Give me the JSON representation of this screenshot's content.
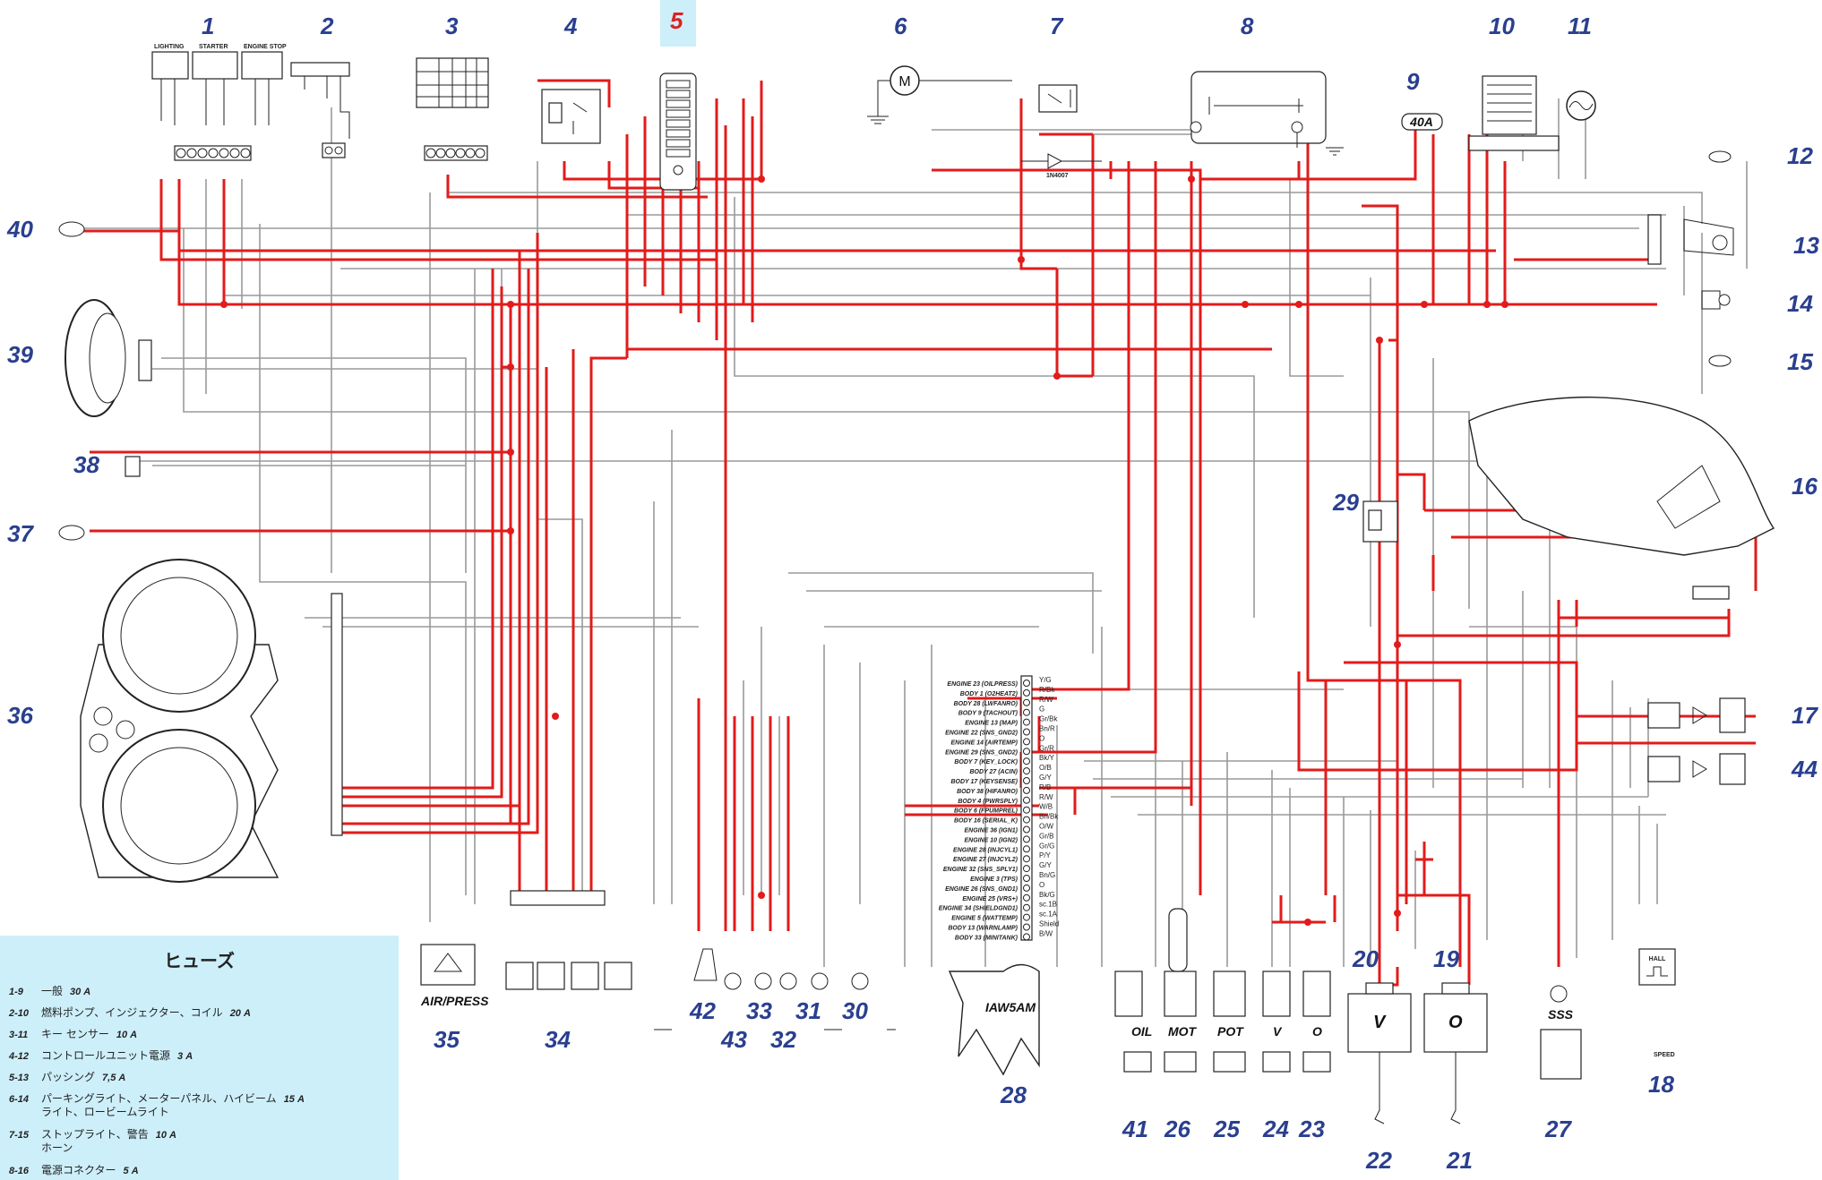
{
  "component_numbers": {
    "n1": "1",
    "n2": "2",
    "n3": "3",
    "n4": "4",
    "n5": "5",
    "n6": "6",
    "n7": "7",
    "n8": "8",
    "n9": "9",
    "n10": "10",
    "n11": "11",
    "n12": "12",
    "n13": "13",
    "n14": "14",
    "n15": "15",
    "n16": "16",
    "n17": "17",
    "n18": "18",
    "n19": "19",
    "n20": "20",
    "n21": "21",
    "n22": "22",
    "n23": "23",
    "n24": "24",
    "n25": "25",
    "n26": "26",
    "n27": "27",
    "n28": "28",
    "n29": "29",
    "n30": "30",
    "n31": "31",
    "n32": "32",
    "n33": "33",
    "n34": "34",
    "n35": "35",
    "n36": "36",
    "n37": "37",
    "n38": "38",
    "n39": "39",
    "n40": "40",
    "n41": "41",
    "n42": "42",
    "n43": "43",
    "n44": "44"
  },
  "component_labels": {
    "motor": "M",
    "main_fuse": "40A",
    "ecu": "IAW5AM",
    "air_press": "AIR/PRESS",
    "oil": "OIL",
    "mot": "MOT",
    "pot": "POT",
    "v": "V",
    "o": "O",
    "sss": "SSS",
    "hall": "HALL",
    "speed": "SPEED",
    "diode": "1N4007",
    "lighting": "LIGHTING",
    "starter": "STARTER",
    "engine_stop": "ENGINE STOP",
    "inj_v": "V",
    "inj_o": "O"
  },
  "ecu_pins": [
    {
      "name": "ENGINE 23 (OILPRESS)",
      "wire": "Y/G"
    },
    {
      "name": "BODY 1 (O2HEAT2)",
      "wire": "R/Bk"
    },
    {
      "name": "BODY 28 (LWFANRO)",
      "wire": "R/W"
    },
    {
      "name": "BODY 9 (TACHOUT)",
      "wire": "G"
    },
    {
      "name": "ENGINE 13 (MAP)",
      "wire": "Gr/Bk"
    },
    {
      "name": "ENGINE 22 (SNS_GND2)",
      "wire": "Bn/R"
    },
    {
      "name": "ENGINE 14 (AIRTEMP)",
      "wire": "O"
    },
    {
      "name": "ENGINE 29 (SNS_GND2)",
      "wire": "Gr/R"
    },
    {
      "name": "BODY 7 (KEY_LOCK)",
      "wire": "Bk/Y"
    },
    {
      "name": "BODY 27 (ACIN)",
      "wire": "O/B"
    },
    {
      "name": "BODY 17 (KEYSENSE)",
      "wire": "G/Y"
    },
    {
      "name": "BODY 38 (HIFANRO)",
      "wire": "R/B"
    },
    {
      "name": "BODY 4 (PWRSPLY)",
      "wire": "R/W"
    },
    {
      "name": "BODY 6 (FPUMPREL)",
      "wire": "W/B"
    },
    {
      "name": "BODY 16 (SERIAL_K)",
      "wire": "Bn/Bk"
    },
    {
      "name": "ENGINE 36 (IGN1)",
      "wire": "O/W"
    },
    {
      "name": "ENGINE 10 (IGN2)",
      "wire": "Gr/B"
    },
    {
      "name": "ENGINE 28 (INJCYL1)",
      "wire": "Gr/G"
    },
    {
      "name": "ENGINE 27 (INJCYL2)",
      "wire": "P/Y"
    },
    {
      "name": "ENGINE 32 (SNS_SPLY1)",
      "wire": "G/Y"
    },
    {
      "name": "ENGINE 3 (TPS)",
      "wire": "Bn/G"
    },
    {
      "name": "ENGINE 26 (SNS_GND1)",
      "wire": "O"
    },
    {
      "name": "ENGINE 25 (VRS+)",
      "wire": "Bk/G"
    },
    {
      "name": "ENGINE 34 (SHIELDGND1)",
      "wire": "sc.1B"
    },
    {
      "name": "ENGINE 5 (WATTEMP)",
      "wire": "sc.1A"
    },
    {
      "name": "BODY 13 (WARNLAMP)",
      "wire": "Shield"
    },
    {
      "name": "BODY 33 (MINITANK)",
      "wire": "B/W"
    }
  ],
  "fuses": {
    "title": "ヒューズ",
    "items": [
      {
        "id": "1-9",
        "desc": "一般",
        "amp": "30 A"
      },
      {
        "id": "2-10",
        "desc": "燃料ポンプ、インジェクター、コイル",
        "amp": "20 A"
      },
      {
        "id": "3-11",
        "desc": "キー センサー",
        "amp": "10 A"
      },
      {
        "id": "4-12",
        "desc": "コントロールユニット電源",
        "amp": "3 A"
      },
      {
        "id": "5-13",
        "desc": "パッシング",
        "amp": "7,5 A"
      },
      {
        "id": "6-14",
        "desc": "パーキングライト、メーターパネル、ハイビーム",
        "amp": "15 A",
        "desc2": "ライト、ロービームライト"
      },
      {
        "id": "7-15",
        "desc": "ストップライト、警告",
        "amp": "10 A",
        "desc2": "ホーン"
      },
      {
        "id": "8-16",
        "desc": "電源コネクター",
        "amp": "5 A"
      }
    ]
  },
  "colors": {
    "power_wire": "#e21b1b",
    "signal_wire": "#9a9a9a",
    "number_color": "#2a3f8f",
    "highlight_number": "#e02020",
    "legend_bg": "#cdeffa"
  }
}
